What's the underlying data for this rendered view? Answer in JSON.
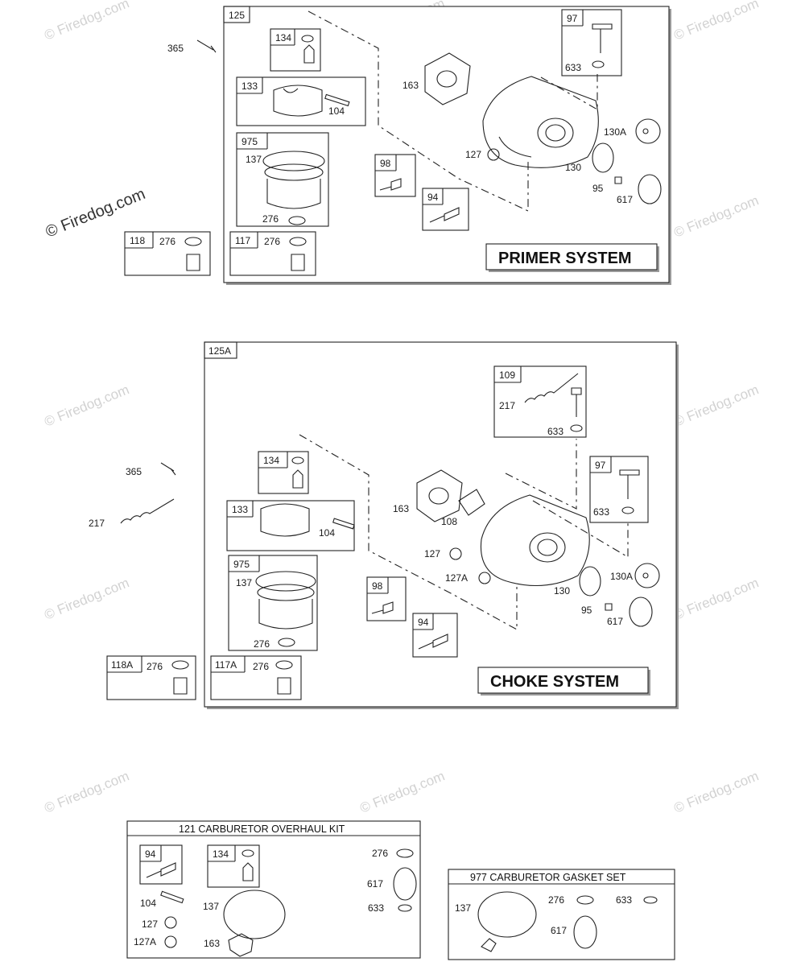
{
  "watermark": "© Firedog.com",
  "primer": {
    "box_id": "125",
    "title": "PRIMER SYSTEM",
    "sub_box_ids": [
      "134",
      "133",
      "975",
      "98",
      "94",
      "97",
      "118",
      "117"
    ],
    "labels": [
      "365",
      "104",
      "137",
      "276",
      "163",
      "633",
      "127",
      "130A",
      "130",
      "95",
      "617",
      "276",
      "276"
    ]
  },
  "choke": {
    "box_id": "125A",
    "title": "CHOKE SYSTEM",
    "sub_box_ids": [
      "109",
      "134",
      "133",
      "975",
      "98",
      "94",
      "97",
      "118A",
      "117A"
    ],
    "labels": [
      "217",
      "633",
      "365",
      "217",
      "104",
      "163",
      "108",
      "633",
      "127",
      "127A",
      "137",
      "130A",
      "130",
      "95",
      "617",
      "276",
      "276",
      "276"
    ]
  },
  "overhaul_kit": {
    "title": "121 CARBURETOR OVERHAUL KIT",
    "sub_box_ids": [
      "94",
      "134"
    ],
    "labels": [
      "276",
      "617",
      "104",
      "137",
      "633",
      "127",
      "127A",
      "163"
    ]
  },
  "gasket_set": {
    "title": "977 CARBURETOR GASKET SET",
    "labels": [
      "137",
      "276",
      "633",
      "617"
    ]
  }
}
